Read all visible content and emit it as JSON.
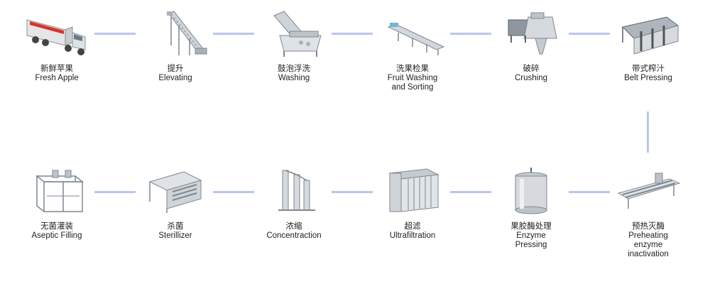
{
  "steps": [
    {
      "zh": "新鲜苹果",
      "en": "Fresh Apple",
      "icon": "truck-icon"
    },
    {
      "zh": "提升",
      "en": "Elevating",
      "icon": "elevator-conveyor-icon"
    },
    {
      "zh": "鼓泡浮洗",
      "en": "Washing",
      "icon": "bubble-washer-icon"
    },
    {
      "zh": "洗果检果",
      "en": "Fruit Washing\nand Sorting",
      "icon": "sorting-conveyor-icon"
    },
    {
      "zh": "破碎",
      "en": "Crushing",
      "icon": "crusher-icon"
    },
    {
      "zh": "带式榨汁",
      "en": "Belt Pressing",
      "icon": "belt-press-icon"
    },
    {
      "zh": "预热灭酶",
      "en": "Preheating\nenzyme\ninactivation",
      "icon": "preheater-icon"
    },
    {
      "zh": "果胶酶处理",
      "en": "Enzyme\nPressing",
      "icon": "enzyme-tank-icon"
    },
    {
      "zh": "超滤",
      "en": "Ultrafiltration",
      "icon": "ultrafiltration-icon"
    },
    {
      "zh": "浓缩",
      "en": "Concentraction",
      "icon": "evaporator-icon"
    },
    {
      "zh": "杀菌",
      "en": "Sterillizer",
      "icon": "sterilizer-icon"
    },
    {
      "zh": "无菌灌装",
      "en": "Aseptic Filling",
      "icon": "aseptic-filler-icon"
    }
  ],
  "colors": {
    "connector": "#b9c6ee",
    "steel": "#9aa3ad",
    "truck_cargo": "#d8342b"
  }
}
